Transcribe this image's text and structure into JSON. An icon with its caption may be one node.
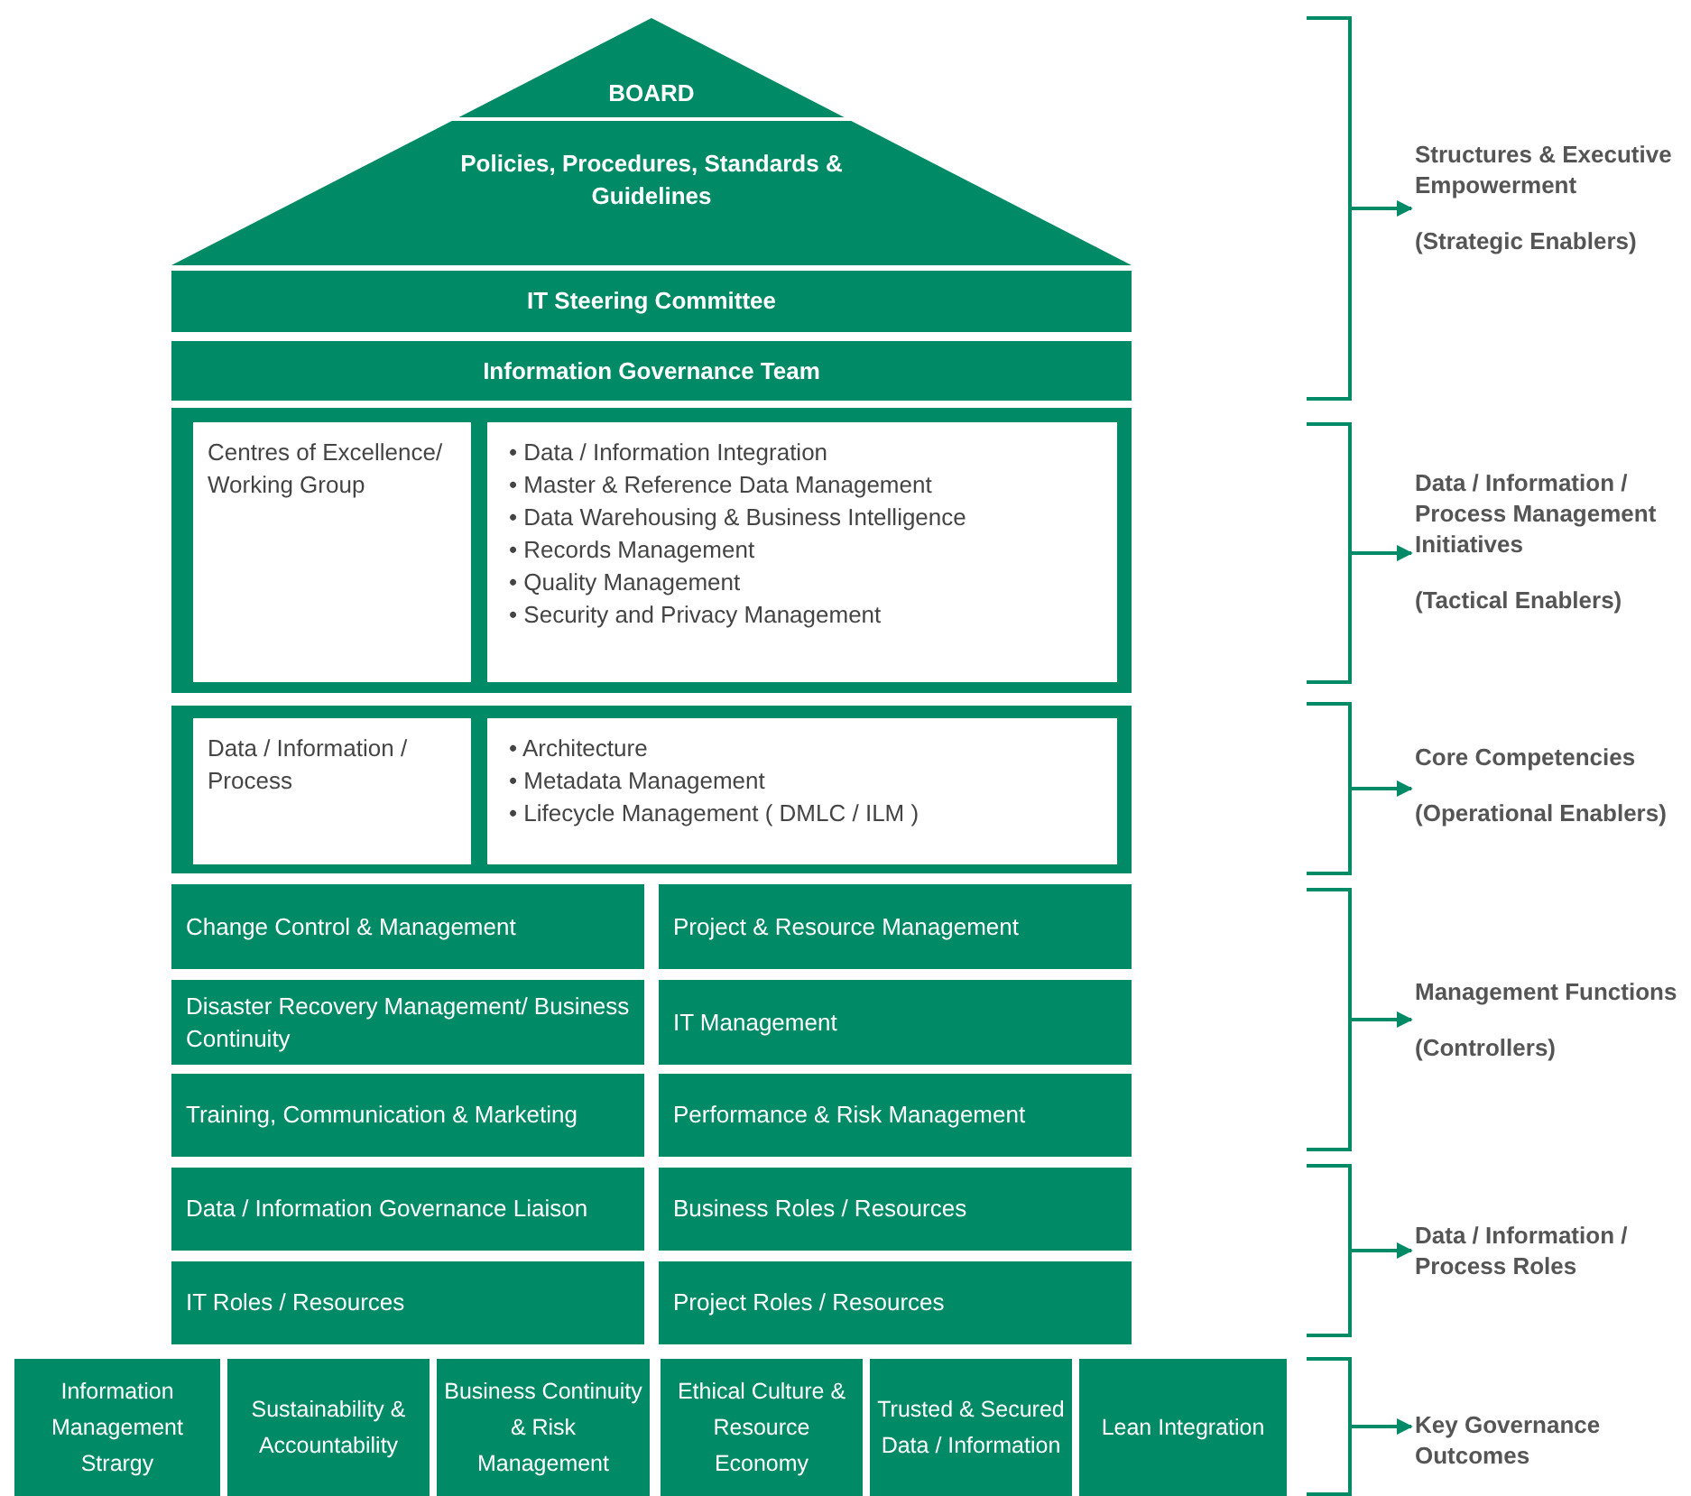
{
  "diagram": {
    "nodes": [
      {
        "text": [
          "BOARD",
          "Policies, Procedures, Standards & Guidelines"
        ]
      },
      {
        "text": [
          "IT Steering Committee"
        ]
      },
      {
        "text": [
          "Information Governance Team"
        ]
      },
      {
        "text": [],
        "shape": "box"
      },
      {
        "text": [
          "Centres of Excellence/ Working Group"
        ],
        "in": 3
      },
      {
        "text": [
          "• Data / Information Integration",
          "• Master & Reference Data Management",
          "• Data Warehousing & Business Intelligence",
          "• Records Management",
          "• Quality Management",
          "• Security and Privacy Management"
        ],
        "in": 3
      },
      {
        "text": [],
        "shape": "box"
      },
      {
        "text": [
          "Data / Information / Process"
        ],
        "in": 6
      },
      {
        "text": [
          "• Architecture",
          "• Metadata Management",
          "• Lifecycle Management ( DMLC / ILM )"
        ],
        "in": 6
      },
      {
        "text": [
          "Change Control & Management"
        ]
      },
      {
        "text": [
          "Project & Resource Management"
        ]
      },
      {
        "text": [
          "Disaster Recovery Management/ Business Continuity"
        ]
      },
      {
        "text": [
          "IT Management"
        ]
      },
      {
        "text": [
          "Training, Communication & Marketing"
        ]
      },
      {
        "text": [
          "Performance & Risk Management"
        ]
      },
      {
        "text": [
          "Data / Information Governance Liaison"
        ]
      },
      {
        "text": [
          "Business Roles / Resources"
        ]
      },
      {
        "text": [
          "IT Roles / Resources"
        ]
      },
      {
        "text": [
          "Project Roles / Resources"
        ]
      },
      {
        "text": [
          "Information Management Strargy"
        ]
      },
      {
        "text": [
          "Sustainability & Accountability"
        ]
      },
      {
        "text": [
          "Business Continuity & Risk Management"
        ]
      },
      {
        "text": [
          "Ethical Culture & Resource Economy"
        ]
      },
      {
        "text": [
          "Trusted & Secured Data / Information"
        ]
      },
      {
        "text": [
          "Lean Integration"
        ]
      },
      {
        "text": [
          "Structures & Executive Empowerment",
          "(Strategic Enablers)"
        ]
      },
      {
        "text": [
          "Data / Information / Process Management Initiatives",
          "(Tactical Enablers)"
        ]
      },
      {
        "text": [
          "Core Competencies",
          "(Operational Enablers)"
        ]
      },
      {
        "text": [
          "Management Functions",
          "(Controllers)"
        ]
      },
      {
        "text": [
          "Data / Information / Process Roles"
        ]
      },
      {
        "text": [
          "Key Governance Outcomes"
        ]
      },
      {
        "text": [],
        "shape": "bracket"
      },
      {
        "text": [],
        "shape": "bracket"
      },
      {
        "text": [],
        "shape": "bracket"
      },
      {
        "text": [],
        "shape": "bracket"
      },
      {
        "text": [],
        "shape": "bracket"
      },
      {
        "text": [],
        "shape": "bracket"
      }
    ],
    "edges": [
      {
        "from": 31,
        "to": 25,
        "arrow": "to"
      },
      {
        "from": 32,
        "to": 26,
        "arrow": "to"
      },
      {
        "from": 33,
        "to": 27,
        "arrow": "to"
      },
      {
        "from": 34,
        "to": 28,
        "arrow": "to"
      },
      {
        "from": 35,
        "to": 29,
        "arrow": "to"
      },
      {
        "from": 36,
        "to": 30,
        "arrow": "to"
      }
    ]
  }
}
